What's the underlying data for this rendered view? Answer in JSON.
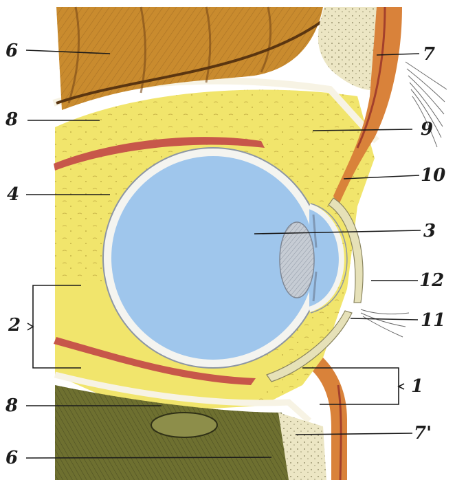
{
  "labels": {
    "l6_top": "6",
    "l7_top": "7",
    "l8_top": "8",
    "l9": "9",
    "l4": "4",
    "l10": "10",
    "l3": "3",
    "l12": "12",
    "l2": "2",
    "l11": "11",
    "l1": "1",
    "l8_bottom": "8",
    "l7_bottom": "7'",
    "l6_bottom": "6"
  },
  "colors": {
    "fat": "#f1e56c",
    "eyeball": "#9fc6ec",
    "brain": "#c98b2e",
    "maxilla": "#6e7030",
    "muscle": "#c7574a",
    "skin": "#d9823a",
    "lens": "#c6ccd4"
  }
}
